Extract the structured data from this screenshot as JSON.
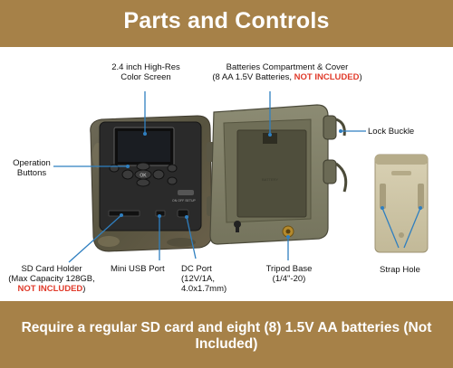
{
  "header": {
    "title": "Parts and Controls"
  },
  "footer": {
    "text": "Require a regular SD card and eight (8) 1.5V AA batteries (Not Included)"
  },
  "labels": {
    "screen": {
      "line1": "2.4 inch High-Res",
      "line2": "Color Screen"
    },
    "batteries": {
      "line1": "Batteries Compartment & Cover",
      "line2_prefix": "(8 AA 1.5V Batteries, ",
      "line2_red": "NOT INCLUDED",
      "line2_suffix": ")"
    },
    "lock_buckle": "Lock Buckle",
    "operation": {
      "line1": "Operation",
      "line2": "Buttons"
    },
    "sd_card": {
      "line1": "SD Card Holder",
      "line2": "(Max Capacity 128GB,",
      "line3_red": "NOT INCLUDED",
      "line3_suffix": ")"
    },
    "usb": "Mini USB Port",
    "dc": {
      "line1": "DC Port",
      "line2": "(12V/1A,",
      "line3": "4.0x1.7mm)"
    },
    "tripod": {
      "line1": "Tripod Base",
      "line2": "(1/4\"-20)"
    },
    "strap": "Strap Hole"
  },
  "colors": {
    "banner": "#a68148",
    "accent_red": "#e03a2a",
    "callout_line": "#2f7fc0"
  }
}
